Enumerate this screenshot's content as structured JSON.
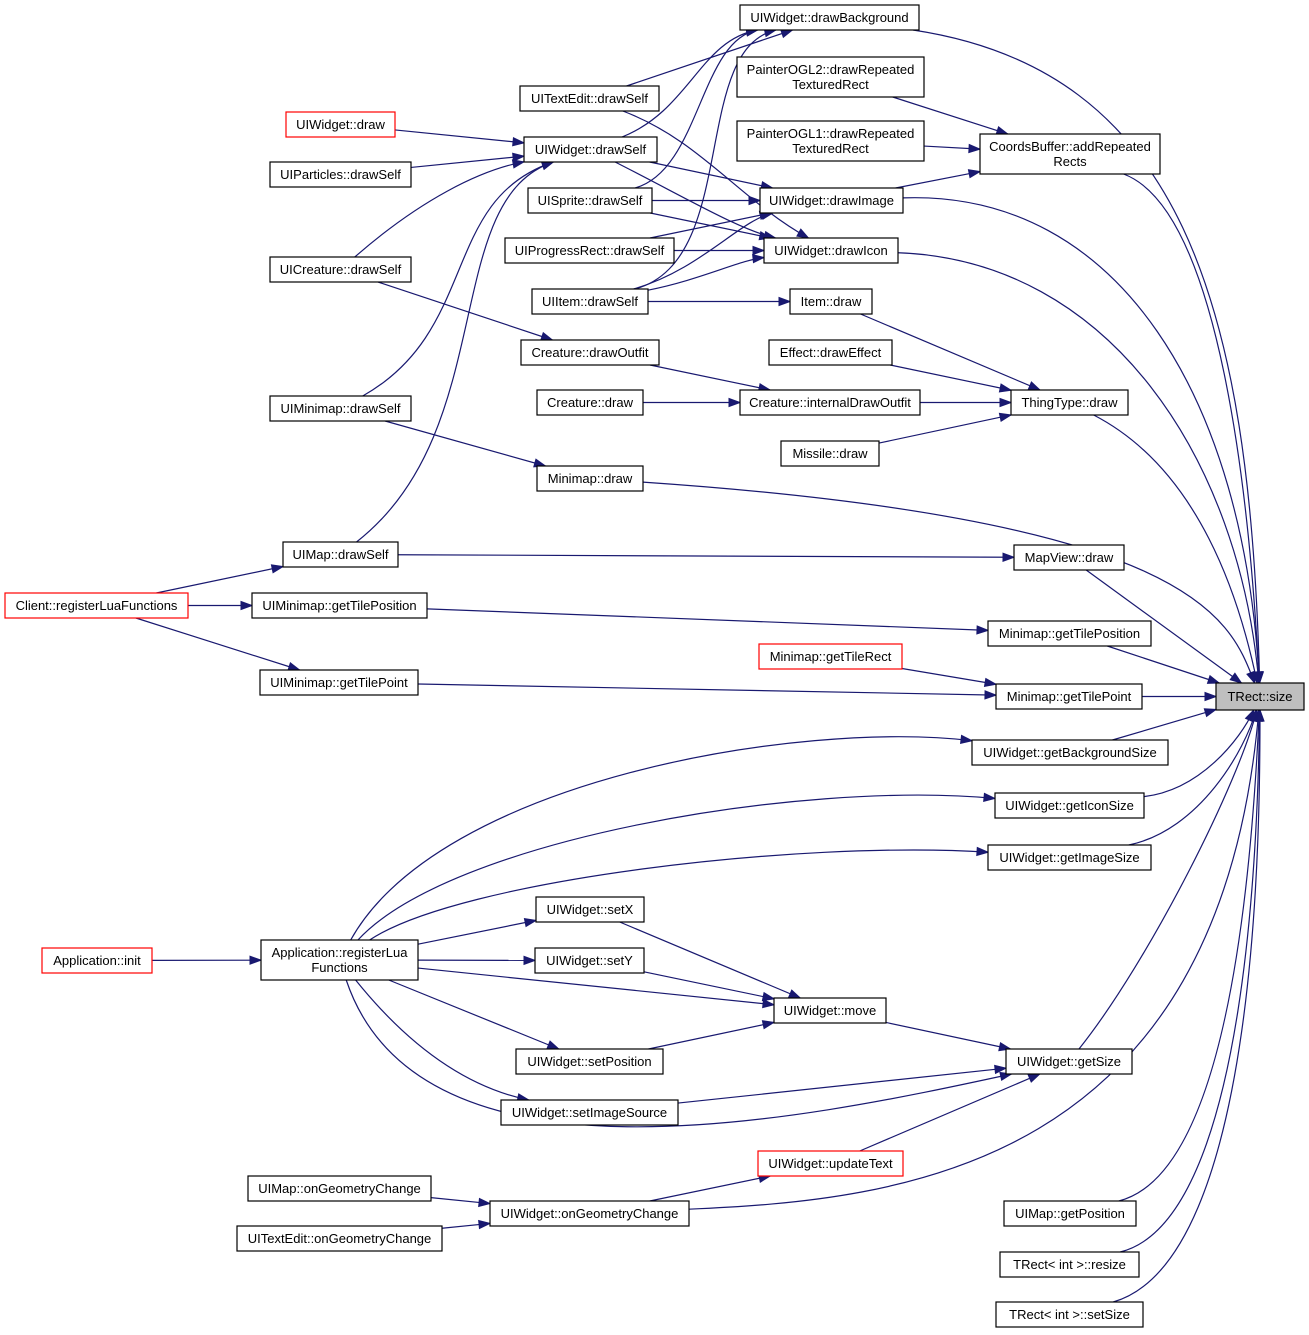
{
  "colors": {
    "edge": "#191970",
    "node_border": "#000000",
    "node_border_incomplete": "#ff0000",
    "node_highlight_fill": "#bfbfbf",
    "node_fill": "#ffffff"
  },
  "nodes": [
    {
      "id": "trect-size",
      "lines": [
        "TRect::size"
      ],
      "style": "highlight"
    },
    {
      "id": "uiwidget-drawbackground",
      "lines": [
        "UIWidget::drawBackground"
      ],
      "style": "normal"
    },
    {
      "id": "painterogl2-drawrepeated",
      "lines": [
        "PainterOGL2::drawRepeated",
        "TexturedRect"
      ],
      "style": "normal"
    },
    {
      "id": "painterogl1-drawrepeated",
      "lines": [
        "PainterOGL1::drawRepeated",
        "TexturedRect"
      ],
      "style": "normal"
    },
    {
      "id": "coordsbuffer-addrepeated",
      "lines": [
        "CoordsBuffer::addRepeated",
        "Rects"
      ],
      "style": "normal"
    },
    {
      "id": "uitextedit-drawself",
      "lines": [
        "UITextEdit::drawSelf"
      ],
      "style": "normal"
    },
    {
      "id": "uiwidget-draw",
      "lines": [
        "UIWidget::draw"
      ],
      "style": "red"
    },
    {
      "id": "uiwidget-drawself",
      "lines": [
        "UIWidget::drawSelf"
      ],
      "style": "normal"
    },
    {
      "id": "uiparticles-drawself",
      "lines": [
        "UIParticles::drawSelf"
      ],
      "style": "normal"
    },
    {
      "id": "uisprite-drawself",
      "lines": [
        "UISprite::drawSelf"
      ],
      "style": "normal"
    },
    {
      "id": "uiwidget-drawimage",
      "lines": [
        "UIWidget::drawImage"
      ],
      "style": "normal"
    },
    {
      "id": "uiprogressrect-drawself",
      "lines": [
        "UIProgressRect::drawSelf"
      ],
      "style": "normal"
    },
    {
      "id": "uiwidget-drawicon",
      "lines": [
        "UIWidget::drawIcon"
      ],
      "style": "normal"
    },
    {
      "id": "uicreature-drawself",
      "lines": [
        "UICreature::drawSelf"
      ],
      "style": "normal"
    },
    {
      "id": "uiitem-drawself",
      "lines": [
        "UIItem::drawSelf"
      ],
      "style": "normal"
    },
    {
      "id": "item-draw",
      "lines": [
        "Item::draw"
      ],
      "style": "normal"
    },
    {
      "id": "creature-drawoutfit",
      "lines": [
        "Creature::drawOutfit"
      ],
      "style": "normal"
    },
    {
      "id": "effect-draweffect",
      "lines": [
        "Effect::drawEffect"
      ],
      "style": "normal"
    },
    {
      "id": "creature-draw",
      "lines": [
        "Creature::draw"
      ],
      "style": "normal"
    },
    {
      "id": "creature-internaldrawoutfit",
      "lines": [
        "Creature::internalDrawOutfit"
      ],
      "style": "normal"
    },
    {
      "id": "thingtype-draw",
      "lines": [
        "ThingType::draw"
      ],
      "style": "normal"
    },
    {
      "id": "uiminimap-drawself",
      "lines": [
        "UIMinimap::drawSelf"
      ],
      "style": "normal"
    },
    {
      "id": "missile-draw",
      "lines": [
        "Missile::draw"
      ],
      "style": "normal"
    },
    {
      "id": "minimap-draw",
      "lines": [
        "Minimap::draw"
      ],
      "style": "normal"
    },
    {
      "id": "uimap-drawself",
      "lines": [
        "UIMap::drawSelf"
      ],
      "style": "normal"
    },
    {
      "id": "mapview-draw",
      "lines": [
        "MapView::draw"
      ],
      "style": "normal"
    },
    {
      "id": "client-registerluafunctions",
      "lines": [
        "Client::registerLuaFunctions"
      ],
      "style": "red"
    },
    {
      "id": "uiminimap-gettileposition",
      "lines": [
        "UIMinimap::getTilePosition"
      ],
      "style": "normal"
    },
    {
      "id": "minimap-gettileposition",
      "lines": [
        "Minimap::getTilePosition"
      ],
      "style": "normal"
    },
    {
      "id": "minimap-gettilerect",
      "lines": [
        "Minimap::getTileRect"
      ],
      "style": "red"
    },
    {
      "id": "uiminimap-gettilepoint",
      "lines": [
        "UIMinimap::getTilePoint"
      ],
      "style": "normal"
    },
    {
      "id": "minimap-gettilepoint",
      "lines": [
        "Minimap::getTilePoint"
      ],
      "style": "normal"
    },
    {
      "id": "uiwidget-getbackgroundsize",
      "lines": [
        "UIWidget::getBackgroundSize"
      ],
      "style": "normal"
    },
    {
      "id": "uiwidget-geticonsize",
      "lines": [
        "UIWidget::getIconSize"
      ],
      "style": "normal"
    },
    {
      "id": "uiwidget-getimagesize",
      "lines": [
        "UIWidget::getImageSize"
      ],
      "style": "normal"
    },
    {
      "id": "uiwidget-setx",
      "lines": [
        "UIWidget::setX"
      ],
      "style": "normal"
    },
    {
      "id": "application-init",
      "lines": [
        "Application::init"
      ],
      "style": "red"
    },
    {
      "id": "application-registerlua",
      "lines": [
        "Application::registerLua",
        "Functions"
      ],
      "style": "normal"
    },
    {
      "id": "uiwidget-sety",
      "lines": [
        "UIWidget::setY"
      ],
      "style": "normal"
    },
    {
      "id": "uiwidget-move",
      "lines": [
        "UIWidget::move"
      ],
      "style": "normal"
    },
    {
      "id": "uiwidget-setposition",
      "lines": [
        "UIWidget::setPosition"
      ],
      "style": "normal"
    },
    {
      "id": "uiwidget-getsize",
      "lines": [
        "UIWidget::getSize"
      ],
      "style": "normal"
    },
    {
      "id": "uiwidget-setimagesource",
      "lines": [
        "UIWidget::setImageSource"
      ],
      "style": "normal"
    },
    {
      "id": "uiwidget-updatetext",
      "lines": [
        "UIWidget::updateText"
      ],
      "style": "red"
    },
    {
      "id": "uimap-ongeometrychange",
      "lines": [
        "UIMap::onGeometryChange"
      ],
      "style": "normal"
    },
    {
      "id": "uiwidget-ongeometrychange",
      "lines": [
        "UIWidget::onGeometryChange"
      ],
      "style": "normal"
    },
    {
      "id": "uitextedit-ongeometrychange",
      "lines": [
        "UITextEdit::onGeometryChange"
      ],
      "style": "normal"
    },
    {
      "id": "uimap-getposition",
      "lines": [
        "UIMap::getPosition"
      ],
      "style": "normal"
    },
    {
      "id": "trect-resize",
      "lines": [
        "TRect< int >::resize"
      ],
      "style": "normal"
    },
    {
      "id": "trect-setsize",
      "lines": [
        "TRect< int >::setSize"
      ],
      "style": "normal"
    }
  ],
  "edges": [
    [
      "uiwidget-drawbackground",
      "trect-size"
    ],
    [
      "coordsbuffer-addrepeated",
      "trect-size"
    ],
    [
      "uiwidget-drawimage",
      "trect-size"
    ],
    [
      "uiwidget-drawicon",
      "trect-size"
    ],
    [
      "thingtype-draw",
      "trect-size"
    ],
    [
      "minimap-draw",
      "trect-size"
    ],
    [
      "mapview-draw",
      "trect-size"
    ],
    [
      "minimap-gettileposition",
      "trect-size"
    ],
    [
      "minimap-gettilepoint",
      "trect-size"
    ],
    [
      "uiwidget-getbackgroundsize",
      "trect-size"
    ],
    [
      "uiwidget-geticonsize",
      "trect-size"
    ],
    [
      "uiwidget-getimagesize",
      "trect-size"
    ],
    [
      "uiwidget-getsize",
      "trect-size"
    ],
    [
      "uiwidget-ongeometrychange",
      "trect-size"
    ],
    [
      "uimap-getposition",
      "trect-size"
    ],
    [
      "trect-resize",
      "trect-size"
    ],
    [
      "trect-setsize",
      "trect-size"
    ],
    [
      "painterogl2-drawrepeated",
      "coordsbuffer-addrepeated"
    ],
    [
      "painterogl1-drawrepeated",
      "coordsbuffer-addrepeated"
    ],
    [
      "uiwidget-drawimage",
      "coordsbuffer-addrepeated"
    ],
    [
      "uitextedit-drawself",
      "uiwidget-drawbackground"
    ],
    [
      "uitextedit-drawself",
      "uiwidget-drawicon"
    ],
    [
      "uiwidget-draw",
      "uiwidget-drawself"
    ],
    [
      "uiparticles-drawself",
      "uiwidget-drawself"
    ],
    [
      "uicreature-drawself",
      "uiwidget-drawself"
    ],
    [
      "uiminimap-drawself",
      "uiwidget-drawself"
    ],
    [
      "uimap-drawself",
      "uiwidget-drawself"
    ],
    [
      "uiwidget-drawself",
      "uiwidget-drawbackground"
    ],
    [
      "uiwidget-drawself",
      "uiwidget-drawimage"
    ],
    [
      "uiwidget-drawself",
      "uiwidget-drawicon"
    ],
    [
      "uisprite-drawself",
      "uiwidget-drawbackground"
    ],
    [
      "uisprite-drawself",
      "uiwidget-drawimage"
    ],
    [
      "uisprite-drawself",
      "uiwidget-drawicon"
    ],
    [
      "uiprogressrect-drawself",
      "uiwidget-drawimage"
    ],
    [
      "uiprogressrect-drawself",
      "uiwidget-drawicon"
    ],
    [
      "uiitem-drawself",
      "uiwidget-drawbackground"
    ],
    [
      "uiitem-drawself",
      "uiwidget-drawimage"
    ],
    [
      "uiitem-drawself",
      "uiwidget-drawicon"
    ],
    [
      "uiitem-drawself",
      "item-draw"
    ],
    [
      "item-draw",
      "thingtype-draw"
    ],
    [
      "uicreature-drawself",
      "creature-drawoutfit"
    ],
    [
      "creature-drawoutfit",
      "creature-internaldrawoutfit"
    ],
    [
      "creature-draw",
      "creature-internaldrawoutfit"
    ],
    [
      "creature-internaldrawoutfit",
      "thingtype-draw"
    ],
    [
      "effect-draweffect",
      "thingtype-draw"
    ],
    [
      "missile-draw",
      "thingtype-draw"
    ],
    [
      "uiminimap-drawself",
      "minimap-draw"
    ],
    [
      "uimap-drawself",
      "mapview-draw"
    ],
    [
      "client-registerluafunctions",
      "uimap-drawself"
    ],
    [
      "client-registerluafunctions",
      "uiminimap-gettileposition"
    ],
    [
      "client-registerluafunctions",
      "uiminimap-gettilepoint"
    ],
    [
      "uiminimap-gettileposition",
      "minimap-gettileposition"
    ],
    [
      "uiminimap-gettilepoint",
      "minimap-gettilepoint"
    ],
    [
      "minimap-gettilerect",
      "minimap-gettilepoint"
    ],
    [
      "application-init",
      "application-registerlua"
    ],
    [
      "application-registerlua",
      "uiwidget-getbackgroundsize"
    ],
    [
      "application-registerlua",
      "uiwidget-geticonsize"
    ],
    [
      "application-registerlua",
      "uiwidget-getimagesize"
    ],
    [
      "application-registerlua",
      "uiwidget-setx"
    ],
    [
      "application-registerlua",
      "uiwidget-sety"
    ],
    [
      "application-registerlua",
      "uiwidget-move"
    ],
    [
      "application-registerlua",
      "uiwidget-setposition"
    ],
    [
      "application-registerlua",
      "uiwidget-setimagesource"
    ],
    [
      "application-registerlua",
      "uiwidget-getsize"
    ],
    [
      "uiwidget-setx",
      "uiwidget-move"
    ],
    [
      "uiwidget-sety",
      "uiwidget-move"
    ],
    [
      "uiwidget-setposition",
      "uiwidget-move"
    ],
    [
      "uiwidget-move",
      "uiwidget-getsize"
    ],
    [
      "uiwidget-setimagesource",
      "uiwidget-getsize"
    ],
    [
      "uiwidget-updatetext",
      "uiwidget-getsize"
    ],
    [
      "uimap-ongeometrychange",
      "uiwidget-ongeometrychange"
    ],
    [
      "uitextedit-ongeometrychange",
      "uiwidget-ongeometrychange"
    ],
    [
      "uiwidget-ongeometrychange",
      "uiwidget-updatetext"
    ]
  ]
}
